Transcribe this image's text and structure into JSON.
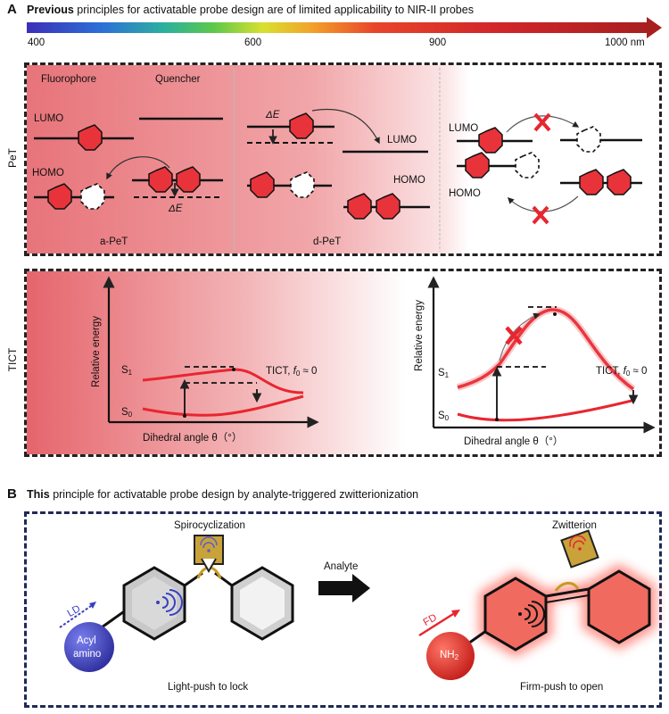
{
  "panel_a": {
    "letter": "A",
    "heading_bold": "Previous",
    "heading_rest": "principles for activatable probe design are of limited applicability to NIR-II probes",
    "scale": [
      "400",
      "600",
      "900",
      "1000 nm"
    ],
    "pet": {
      "side_label": "PeT",
      "fluorophore": "Fluorophore",
      "quencher": "Quencher",
      "lumo": "LUMO",
      "homo": "HOMO",
      "delta_e": "ΔE",
      "a_pet": "a-PeT",
      "d_pet": "d-PeT"
    },
    "tict": {
      "side_label": "TICT",
      "yaxis": "Relative energy",
      "xaxis": "Dihedral angle θ（°）",
      "s1": "S",
      "s0": "S",
      "sub1": "1",
      "sub0": "0",
      "tict_prefix": "TICT, ",
      "f": "f",
      "tict_suffix": " ≈ 0"
    }
  },
  "panel_b": {
    "letter": "B",
    "heading_bold": "This",
    "heading_rest": "principle for activatable probe design by analyte-triggered zwitterionization",
    "spirocyclization": "Spirocyclization",
    "zwitterion": "Zwitterion",
    "analyte": "Analyte",
    "ld": "LD",
    "fd": "FD",
    "acyl": "Acyl",
    "amino": "amino",
    "nh": "NH",
    "nh_sub": "2",
    "lock": "Light-push to lock",
    "open": "Firm-push to open"
  },
  "colors": {
    "red": "#e8262f",
    "blue": "#3a3fbf",
    "navy": "#1f2a55"
  }
}
